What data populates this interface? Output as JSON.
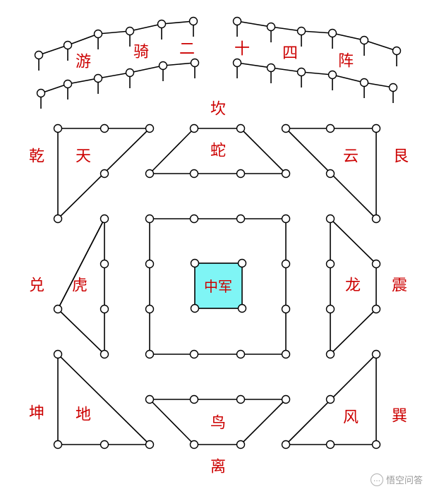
{
  "colors": {
    "label": "#cc0000",
    "core_fill": "#7ff5f5",
    "line": "#000000"
  },
  "arc_labels": [
    "游",
    "骑",
    "二",
    "十",
    "四",
    "阵"
  ],
  "trigrams": {
    "kan": "坎",
    "qian": "乾",
    "gen": "艮",
    "dui": "兑",
    "zhen": "震",
    "kun": "坤",
    "xun": "巽",
    "li": "离"
  },
  "formations": {
    "tian": "天",
    "she": "蛇",
    "yun": "云",
    "hu": "虎",
    "long": "龙",
    "di": "地",
    "niao": "鸟",
    "feng": "风"
  },
  "center": {
    "label": "中军"
  },
  "watermark": {
    "text": "悟空问答",
    "icon": "chat-bubble-icon"
  }
}
